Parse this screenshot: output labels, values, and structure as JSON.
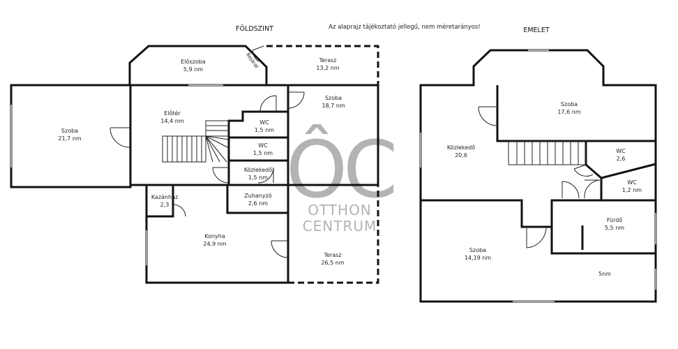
{
  "headings": {
    "ground": "FÖLDSZINT",
    "upper": "EMELET",
    "note": "Az alaprajz tájékoztató jellegű, nem méretarányos!"
  },
  "ground_rooms": [
    {
      "name": "Előszoba",
      "area": "5,9 nm"
    },
    {
      "name": "Terasz",
      "area": "13,2 nm"
    },
    {
      "name": "Szoba",
      "area": "21,7 nm"
    },
    {
      "name": "Előtér",
      "area": "14,4 nm"
    },
    {
      "name": "WC",
      "area": "1,5 nm"
    },
    {
      "name": "WC",
      "area": "1,5 nm"
    },
    {
      "name": "Közlekedő",
      "area": "1,5 nm"
    },
    {
      "name": "Szoba",
      "area": "18,7 nm"
    },
    {
      "name": "Kazánház",
      "area": "2,3"
    },
    {
      "name": "Zuhanyzó",
      "area": "2,6 nm"
    },
    {
      "name": "Konyha",
      "area": "24,9 nm"
    },
    {
      "name": "Terasz",
      "area": "26,5 nm"
    }
  ],
  "entrance_label": "Bejárat",
  "upper_rooms": [
    {
      "name": "Szoba",
      "area": "17,6 nm"
    },
    {
      "name": "Közlekedő",
      "area": "20,6"
    },
    {
      "name": "WC",
      "area": "2,6"
    },
    {
      "name": "WC",
      "area": "1,2 nm"
    },
    {
      "name": "Fürdő",
      "area": "5,5 nm"
    },
    {
      "name": "Szoba",
      "area": "14,19 nm"
    },
    {
      "name": "",
      "area": "5nm"
    }
  ],
  "logo": {
    "mark": "ÔC",
    "line1": "OTTHON",
    "line2": "CENTRUM",
    "color": "#9a9a9a"
  }
}
